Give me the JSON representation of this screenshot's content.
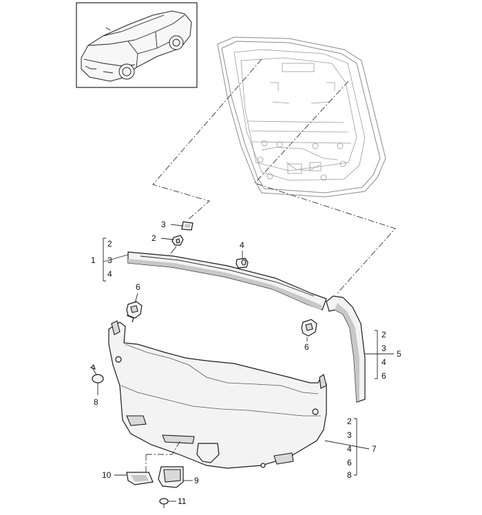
{
  "callouts": {
    "c1": "1",
    "c1_sub": [
      "2",
      "3",
      "4"
    ],
    "c2": "2",
    "c3": "3",
    "c4": "4",
    "c5": "5",
    "c5_sub": [
      "2",
      "3",
      "4",
      "6"
    ],
    "c6a": "6",
    "c6b": "6",
    "c7": "7",
    "c7_sub": [
      "2",
      "3",
      "4",
      "6",
      "8"
    ],
    "c8": "8",
    "c9": "9",
    "c10": "10",
    "c11": "11"
  }
}
